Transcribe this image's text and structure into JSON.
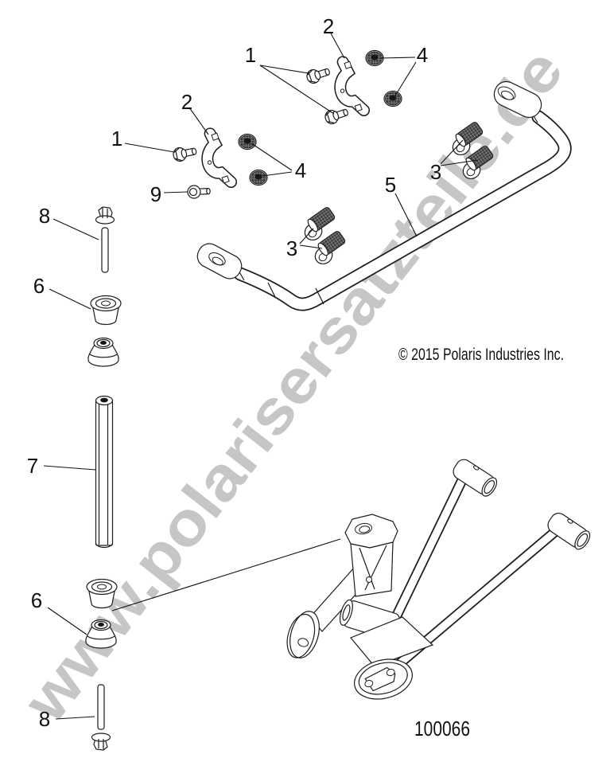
{
  "diagram": {
    "watermark_text": "www.polarisersatzteile.de",
    "copyright_text": "© 2015 Polaris Industries Inc.",
    "part_number": "100066"
  },
  "callouts": [
    {
      "label": "1",
      "target": "upper-bracket-bolts"
    },
    {
      "label": "2",
      "target": "upper-bracket"
    },
    {
      "label": "4",
      "target": "upper-bracket-nuts"
    },
    {
      "label": "1",
      "target": "lower-bracket-bolt"
    },
    {
      "label": "2",
      "target": "lower-bracket"
    },
    {
      "label": "4",
      "target": "lower-bracket-nuts"
    },
    {
      "label": "9",
      "target": "shoulder-bolt"
    },
    {
      "label": "3",
      "target": "bar-clamps-right"
    },
    {
      "label": "5",
      "target": "stabilizer-bar"
    },
    {
      "label": "3",
      "target": "bar-clamps-center"
    },
    {
      "label": "8",
      "target": "link-bolt-top"
    },
    {
      "label": "6",
      "target": "link-bushings-top"
    },
    {
      "label": "7",
      "target": "link-spacer-tube"
    },
    {
      "label": "6",
      "target": "link-bushings-bottom"
    },
    {
      "label": "8",
      "target": "link-bolt-bottom"
    }
  ],
  "colors": {
    "background": "#ffffff",
    "line": "#1c1c1c",
    "watermark": "#c6c6c6",
    "hardware_hatch": "#3c3c3c"
  }
}
